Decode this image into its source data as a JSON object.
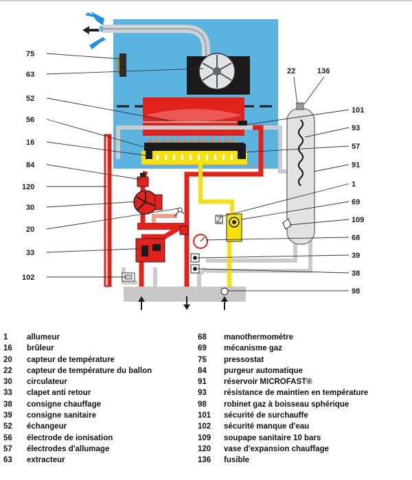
{
  "callouts": [
    {
      "num": "75",
      "label": "pressostat"
    },
    {
      "num": "63",
      "label": "extracteur"
    },
    {
      "num": "52",
      "label": "échangeur"
    },
    {
      "num": "56",
      "label": "électrode de ionisation"
    },
    {
      "num": "16",
      "label": "brûleur"
    },
    {
      "num": "84",
      "label": "purgeur automatique"
    },
    {
      "num": "120",
      "label": "vase d'expansion chauffage"
    },
    {
      "num": "30",
      "label": "circulateur"
    },
    {
      "num": "20",
      "label": "capteur de température"
    },
    {
      "num": "33",
      "label": "clapet anti retour"
    },
    {
      "num": "102",
      "label": "sécurité manque d'eau"
    },
    {
      "num": "22",
      "label": "capteur de température du ballon"
    },
    {
      "num": "136",
      "label": "fusible"
    },
    {
      "num": "101",
      "label": "sécurité de surchauffe"
    },
    {
      "num": "93",
      "label": "résistance de maintien en température"
    },
    {
      "num": "57",
      "label": "électrodes d'allumage"
    },
    {
      "num": "91",
      "label": "réservoir MICROFAST®"
    },
    {
      "num": "1",
      "label": "allumeur"
    },
    {
      "num": "69",
      "label": "mécanisme gaz"
    },
    {
      "num": "109",
      "label": "soupape sanitaire 10 bars"
    },
    {
      "num": "68",
      "label": "manothermomètre"
    },
    {
      "num": "39",
      "label": "consigne sanitaire"
    },
    {
      "num": "38",
      "label": "consigne chauffage"
    },
    {
      "num": "98",
      "label": "robinet gaz à boisseau sphérique"
    }
  ],
  "legend_left": [
    {
      "num": "1",
      "label": "allumeur"
    },
    {
      "num": "16",
      "label": "brûleur"
    },
    {
      "num": "20",
      "label": "capteur de température"
    },
    {
      "num": "22",
      "label": "capteur de température du ballon"
    },
    {
      "num": "30",
      "label": "circulateur"
    },
    {
      "num": "33",
      "label": "clapet anti retour"
    },
    {
      "num": "38",
      "label": "consigne chauffage"
    },
    {
      "num": "39",
      "label": "consigne sanitaire"
    },
    {
      "num": "52",
      "label": "échangeur"
    },
    {
      "num": "56",
      "label": "électrode de ionisation"
    },
    {
      "num": "57",
      "label": "électrodes d'allumage"
    },
    {
      "num": "63",
      "label": "extracteur"
    }
  ],
  "legend_right": [
    {
      "num": "68",
      "label": "manothermomètre"
    },
    {
      "num": "69",
      "label": "mécanisme gaz"
    },
    {
      "num": "75",
      "label": "pressostat"
    },
    {
      "num": "84",
      "label": "purgeur automatique"
    },
    {
      "num": "91",
      "label": "réservoir MICROFAST®"
    },
    {
      "num": "93",
      "label": "résistance de maintien en température"
    },
    {
      "num": "98",
      "label": "robinet gaz à boisseau sphérique"
    },
    {
      "num": "101",
      "label": "sécurité de surchauffe"
    },
    {
      "num": "102",
      "label": "sécurité manque d'eau"
    },
    {
      "num": "109",
      "label": "soupape sanitaire 10 bars"
    },
    {
      "num": "120",
      "label": "vase d'expansion chauffage"
    },
    {
      "num": "136",
      "label": "fusible"
    }
  ],
  "colors": {
    "air_blue": "#5bb4e0",
    "arrow_blue": "#1e90e6",
    "hot_red": "#e3221c",
    "gas_yellow": "#f5e20a",
    "pipe_grey": "#cccccc",
    "base_grey": "#c8c8c8",
    "tank_grey": "#e2e2e2"
  }
}
